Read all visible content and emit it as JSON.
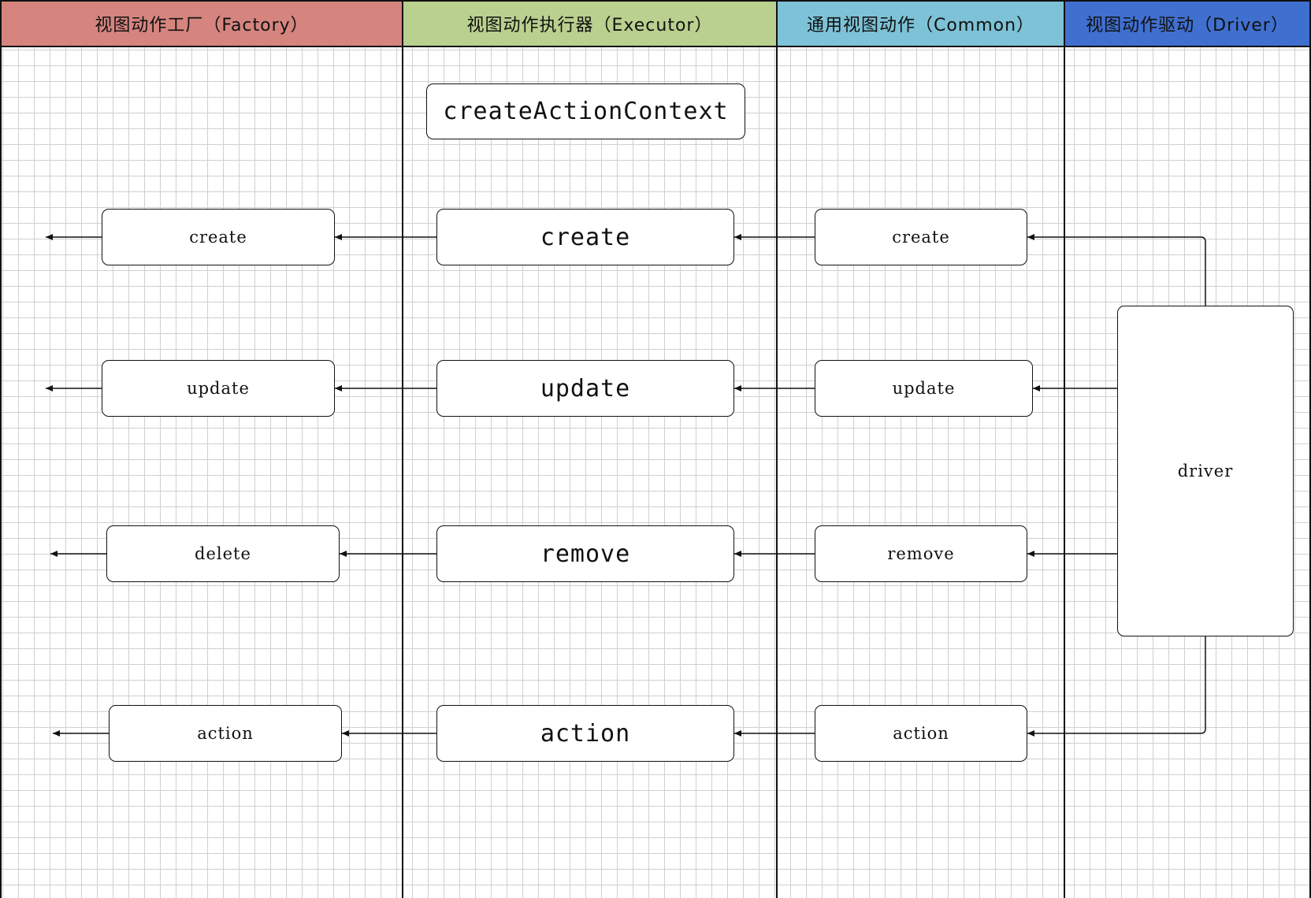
{
  "lanes": [
    {
      "title": "视图动作工厂（Factory）",
      "color": "#d5847e"
    },
    {
      "title": "视图动作执行器（Executor）",
      "color": "#b9d08e"
    },
    {
      "title": "通用视图动作（Common）",
      "color": "#7dc2d6"
    },
    {
      "title": "视图动作驱动（Driver）",
      "color": "#3f6fcf"
    }
  ],
  "factory": {
    "create": "create",
    "update": "update",
    "delete": "delete",
    "action": "action"
  },
  "executor": {
    "context": "createActionContext",
    "create": "create",
    "update": "update",
    "remove": "remove",
    "action": "action"
  },
  "common": {
    "create": "create",
    "update": "update",
    "remove": "remove",
    "action": "action"
  },
  "driver": {
    "label": "driver"
  }
}
